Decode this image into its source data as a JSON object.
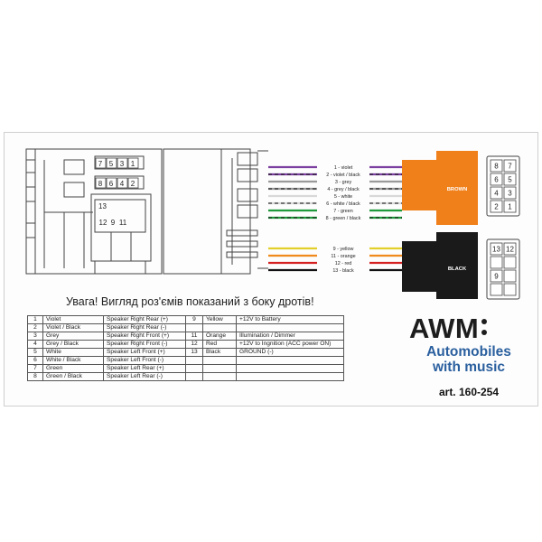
{
  "connector_iso": {
    "top_row": [
      "7",
      "5",
      "3",
      "1"
    ],
    "mid_row": [
      "8",
      "6",
      "4",
      "2"
    ],
    "bottom_left": "13",
    "bottom_row": [
      "12",
      "9",
      "11"
    ]
  },
  "wires": [
    {
      "label": "1 - violet",
      "color": "#7b3fa0"
    },
    {
      "label": "2 - violet / black",
      "color": "#7b3fa0"
    },
    {
      "label": "3 - grey",
      "color": "#9a9a9a"
    },
    {
      "label": "4 - grey / black",
      "color": "#9a9a9a"
    },
    {
      "label": "5 - white",
      "color": "#d8d8d8"
    },
    {
      "label": "6 - white / black",
      "color": "#d8d8d8"
    },
    {
      "label": "7 - green",
      "color": "#1e9a3c"
    },
    {
      "label": "8 - green / black",
      "color": "#1e9a3c"
    },
    {
      "label": "9 - yellow",
      "color": "#e3cf2a"
    },
    {
      "label": "11 - orange",
      "color": "#f08a1c"
    },
    {
      "label": "12 - red",
      "color": "#d42020"
    },
    {
      "label": "13 - black",
      "color": "#111111"
    }
  ],
  "blocks": {
    "brown": {
      "label": "BROWN",
      "color": "#f0801a"
    },
    "black": {
      "label": "BLACK",
      "color": "#1a1a1a"
    }
  },
  "pinout_brown": {
    "rows": [
      [
        "8",
        "7"
      ],
      [
        "6",
        "5"
      ],
      [
        "4",
        "3"
      ],
      [
        "2",
        "1"
      ]
    ]
  },
  "pinout_black": {
    "rows": [
      [
        "13",
        "12"
      ],
      [
        "",
        ""
      ],
      [
        "9",
        ""
      ],
      [
        "",
        ""
      ]
    ]
  },
  "warning": "Увага! Вигляд роз'ємів показаний з боку дротів!",
  "table": [
    {
      "n": "1",
      "color": "Violet",
      "func": "Speaker Right Rear (+)",
      "n2": "9",
      "color2": "Yellow",
      "func2": "+12V to Battery"
    },
    {
      "n": "2",
      "color": "Violet / Black",
      "func": "Speaker Right Rear (-)",
      "n2": "",
      "color2": "",
      "func2": ""
    },
    {
      "n": "3",
      "color": "Grey",
      "func": "Speaker Right Front (+)",
      "n2": "11",
      "color2": "Orange",
      "func2": "Illumination / Dimmer"
    },
    {
      "n": "4",
      "color": "Grey / Black",
      "func": "Speaker Right Front (-)",
      "n2": "12",
      "color2": "Red",
      "func2": "+12V to Ingnition (ACC power ON)"
    },
    {
      "n": "5",
      "color": "White",
      "func": "Speaker Left Front (+)",
      "n2": "13",
      "color2": "Black",
      "func2": "GROUND (-)"
    },
    {
      "n": "6",
      "color": "White / Black",
      "func": "Speaker Left Front (-)",
      "n2": "",
      "color2": "",
      "func2": ""
    },
    {
      "n": "7",
      "color": "Green",
      "func": "Speaker Left Rear (+)",
      "n2": "",
      "color2": "",
      "func2": ""
    },
    {
      "n": "8",
      "color": "Green / Black",
      "func": "Speaker Left Rear (-)",
      "n2": "",
      "color2": "",
      "func2": ""
    }
  ],
  "logo": {
    "mark": "AWM",
    "line1": "Automobiles",
    "line2": "with music",
    "article": "art. 160-254",
    "mark_color": "#1d1d1d",
    "tag_color": "#2a5f9e"
  }
}
